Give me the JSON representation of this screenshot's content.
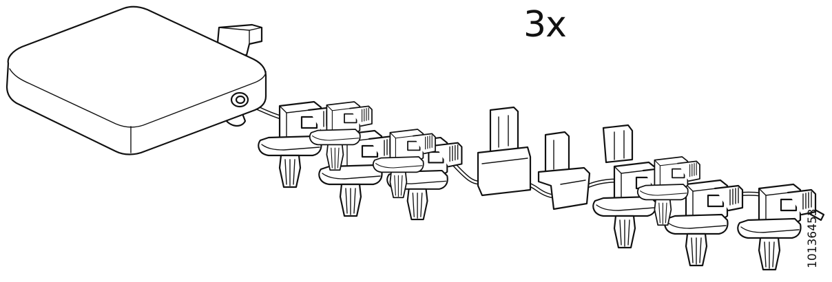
{
  "quantity_label": "3x",
  "article_number": "10136453",
  "illustration": {
    "power_unit_icon": "power-adapter",
    "light_unit_icon": "clip-light",
    "light_units_shown": 9,
    "standing_clips_shown": 3
  },
  "colors": {
    "line": "#111111",
    "background": "#ffffff"
  }
}
